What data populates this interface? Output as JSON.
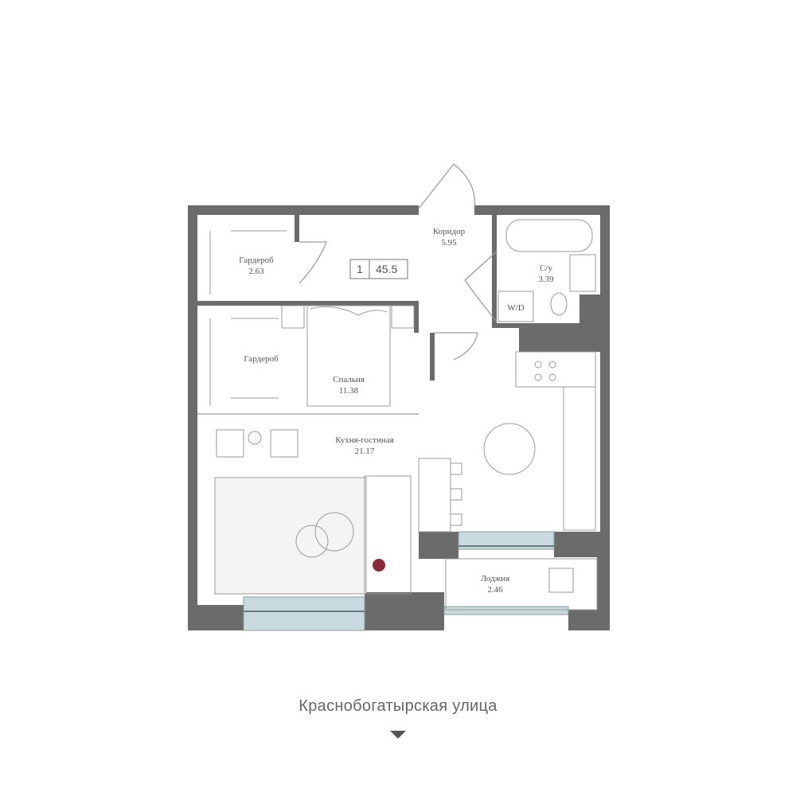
{
  "plan": {
    "rooms_count": "1",
    "total_area": "45.5",
    "colors": {
      "wall": "#6b6b6b",
      "window": "#c8dadd",
      "line": "#9a9a9a",
      "accent": "#8b2a3a"
    },
    "rooms": [
      {
        "id": "corridor",
        "name": "Коридор",
        "area": "5.95"
      },
      {
        "id": "wardrobe1",
        "name": "Гардероб",
        "area": "2.63"
      },
      {
        "id": "bathroom",
        "name": "С/у",
        "area": "3.39"
      },
      {
        "id": "wardrobe2",
        "name": "Гардероб",
        "area": ""
      },
      {
        "id": "bedroom",
        "name": "Спальня",
        "area": "11.38"
      },
      {
        "id": "kitchen",
        "name": "Кухня-гостиная",
        "area": "21.17"
      },
      {
        "id": "loggia",
        "name": "Лоджия",
        "area": "2.46"
      }
    ],
    "washer_label": "W/D"
  },
  "street": {
    "name": "Краснобогатырская улица",
    "direction_icon": "triangle-down-icon"
  }
}
